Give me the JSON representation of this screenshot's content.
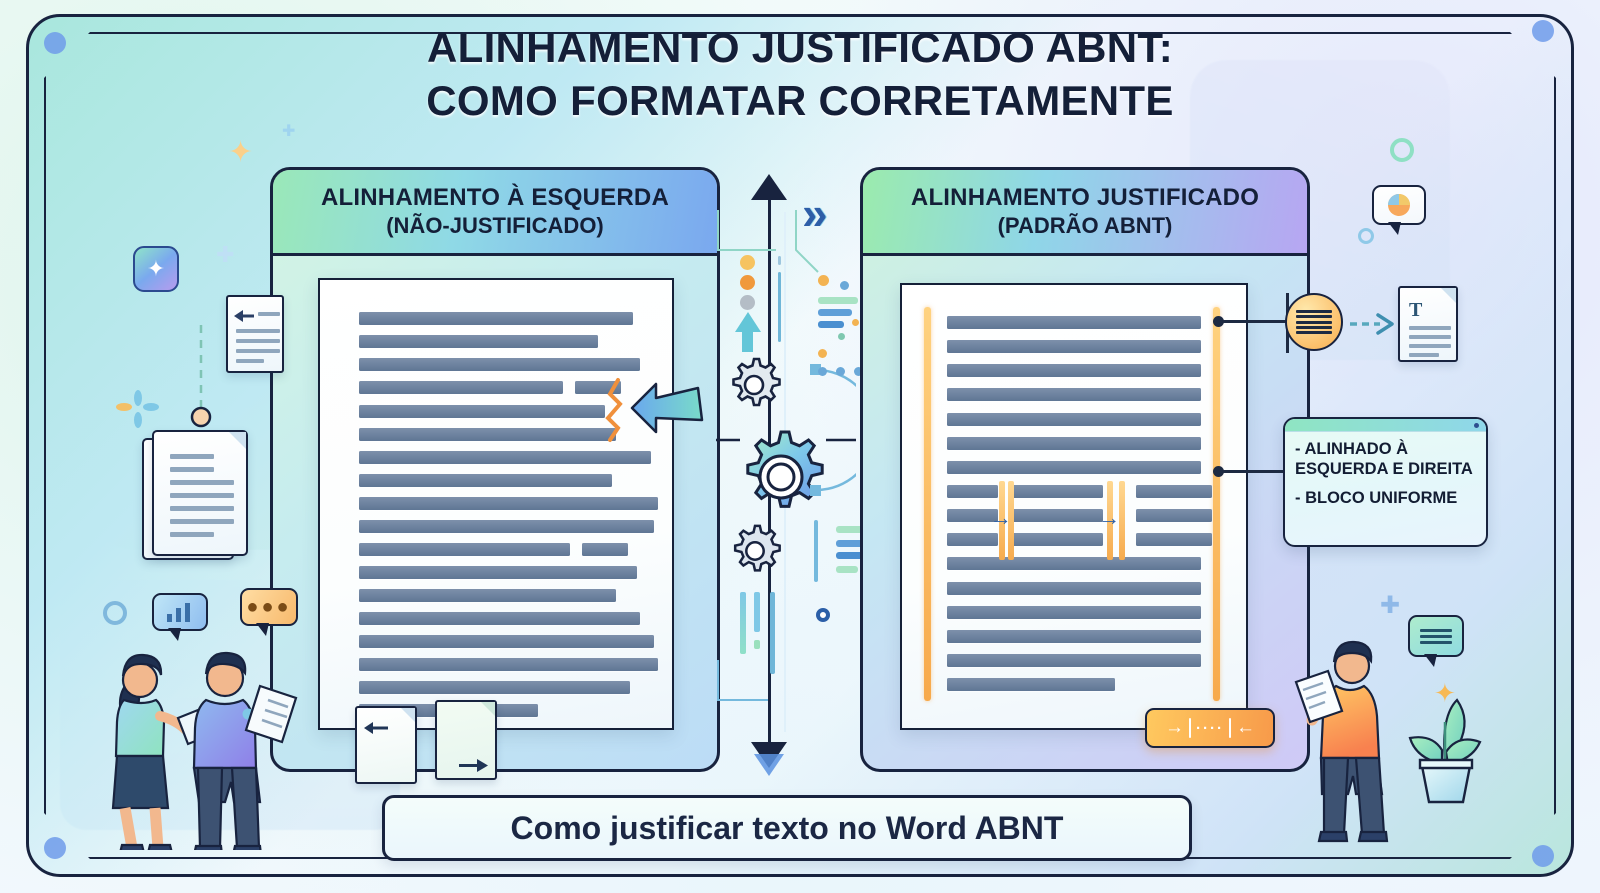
{
  "title": {
    "line1": "ALINHAMENTO JUSTIFICADO ABNT:",
    "line2": "COMO FORMATAR CORRETAMENTE"
  },
  "caption": "Como justificar texto no Word ABNT",
  "panels": [
    {
      "id": "left",
      "heading_line1": "ALINHAMENTO À ESQUERDA",
      "heading_line2": "(NÃO-JUSTIFICADO)",
      "gradient_start": "#9ae8b8",
      "gradient_end": "#7aa8ef",
      "document_line_widths": [
        78,
        68,
        80,
        "58+13",
        70,
        73,
        83,
        72,
        85,
        84,
        "60+13",
        79,
        73,
        80,
        84,
        85,
        77,
        51
      ]
    },
    {
      "id": "right",
      "heading_line1": "ALINHAMENTO JUSTIFICADO",
      "heading_line2": "(PADRÃO ABNT)",
      "gradient_start": "#9bebad",
      "gradient_end": "#b7a6f2",
      "document_line_widths": [
        100,
        100,
        100,
        100,
        100,
        100,
        100,
        100,
        100,
        100,
        100,
        100,
        100,
        100,
        100,
        66
      ],
      "margin_guide_color": "#f7a94b"
    }
  ],
  "callout": {
    "items": [
      "- ALINHADO À ESQUERDA E DIREITA",
      "- BLOCO UNIFORME"
    ]
  },
  "icons": {
    "justify_badge": "justify-text-icon",
    "result_document": "text-document-icon",
    "justify_pill": "justify-alignment-icon",
    "gear_large": "gear-icon",
    "gear_small_top": "gear-icon",
    "gear_small_bottom": "gear-icon",
    "arrow_vertical": "double-arrow-vertical-icon",
    "chevron_right": "chevron-double-right-icon",
    "left_align_doc": "document-left-arrow-icon",
    "right_align_doc": "document-right-arrow-icon",
    "app_tile": "star-app-icon",
    "bubble_chart": "bar-chart-bubble-icon",
    "bubble_dots": "ellipsis-bubble-icon",
    "bubble_lines": "text-lines-bubble-icon",
    "bubble_pie": "pie-chart-bubble-icon",
    "plant": "potted-plant-icon",
    "warning_squiggle": "squiggle-arrow-icon"
  },
  "colors": {
    "title_text": "#141f38",
    "frame_border": "#18233f",
    "text_line": "#5f7694",
    "accent_orange": "#f7a94b",
    "accent_blue": "#2b5fa8",
    "accent_green": "#9ae8b8",
    "accent_purple": "#b7a6f2",
    "background": "#f2fbf8"
  }
}
